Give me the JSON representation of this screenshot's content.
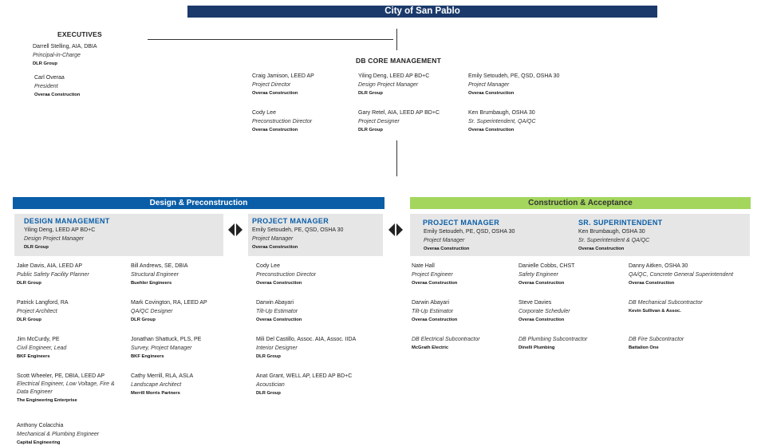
{
  "title": "City of San Pablo",
  "executives": {
    "heading": "EXECUTIVES",
    "people": [
      {
        "name": "Darrell Stelling, AIA, DBIA",
        "title": "Principal-in-Charge",
        "org": "DLR Group"
      },
      {
        "name": "Carl Overaa",
        "title": "President",
        "org": "Overaa Construction"
      }
    ]
  },
  "core": {
    "heading": "DB CORE MANAGEMENT",
    "people": [
      {
        "name": "Craig Jamison, LEED AP",
        "title": "Project Director",
        "org": "Overaa Construction"
      },
      {
        "name": "Yiling Deng, LEED AP BD+C",
        "title": "Design Project Manager",
        "org": "DLR Group"
      },
      {
        "name": "Emily Setoudeh, PE, QSD, OSHA 30",
        "title": "Project Manager",
        "org": "Overaa Construction"
      },
      {
        "name": "Cody Lee",
        "title": "Preconstruction Director",
        "org": "Overaa Construction"
      },
      {
        "name": "Gary Retel, AIA, LEED AP BD+C",
        "title": "Project Designer",
        "org": "DLR Group"
      },
      {
        "name": "Ken Brumbaugh, OSHA 30",
        "title": "Sr. Superintendent, QA/QC",
        "org": "Overaa Construction"
      }
    ]
  },
  "design": {
    "bar_label": "Design & Preconstruction",
    "bar_color": "#0a5ea8",
    "design_management": {
      "heading": "DESIGN MANAGEMENT",
      "person": {
        "name": "Yiling Deng, LEED AP BD+C",
        "title": "Design Project Manager",
        "org": "DLR Group"
      }
    },
    "project_manager": {
      "heading": "PROJECT MANAGER",
      "person": {
        "name": "Emily Setoudeh, PE, QSD, OSHA 30",
        "title": "Project Manager",
        "org": "Overaa Construction"
      }
    },
    "people": [
      {
        "name": "Jake Davis, AIA, LEED AP",
        "title": "Public Safety Facility Planner",
        "org": "DLR Group"
      },
      {
        "name": "Bill Andrews, SE, DBIA",
        "title": "Structural Engineer",
        "org": "Buehler Engineers"
      },
      {
        "name": "Cody Lee",
        "title": "Preconstruction Director",
        "org": "Overaa Construction"
      },
      {
        "name": "Patrick Langford, RA",
        "title": "Project Architect",
        "org": "DLR Group"
      },
      {
        "name": "Mark Covington, RA, LEED AP",
        "title": "QA/QC Designer",
        "org": "DLR Group"
      },
      {
        "name": "Darwin Abayari",
        "title": "Tilt-Up Estimator",
        "org": "Overaa Construction"
      },
      {
        "name": "Jim McCurdy, PE",
        "title": "Civil Engineer, Lead",
        "org": "BKF Engineers"
      },
      {
        "name": "Jonathan Shattuck, PLS, PE",
        "title": "Survey, Project Manager",
        "org": "BKF Engineers"
      },
      {
        "name": "Mili Del Castillo, Assoc. AIA, Assoc. IIDA",
        "title": "Interior Designer",
        "org": "DLR Group"
      },
      {
        "name": "Scott Wheeler, PE, DBIA, LEED AP",
        "title": "Electrical Engineer, Low Voltage, Fire & Data Engineer",
        "org": "The Engineering Enterprise"
      },
      {
        "name": "Cathy Merrill, RLA, ASLA",
        "title": "Landscape Architect",
        "org": "Merrill Morris Partners"
      },
      {
        "name": "Anat Grant, WELL AP, LEED AP BD+C",
        "title": "Acoustician",
        "org": "DLR Group"
      },
      {
        "name": "Anthony Colacchia",
        "title": "Mechanical & Plumbing Engineer",
        "org": "Capital Engineering"
      }
    ]
  },
  "construction": {
    "bar_label": "Construction & Acceptance",
    "bar_color": "#a4d65e",
    "project_manager": {
      "heading": "PROJECT MANAGER",
      "person": {
        "name": "Emily Setoudeh, PE, QSD, OSHA 30",
        "title": "Project Manager",
        "org": "Overaa Construction"
      }
    },
    "superintendent": {
      "heading": "SR. SUPERINTENDENT",
      "person": {
        "name": "Ken Brumbaugh, OSHA 30",
        "title": "Sr. Superintendent & QA/QC",
        "org": "Overaa Construction"
      }
    },
    "people": [
      {
        "name": "Nate Hall",
        "title": "Project Engineer",
        "org": "Overaa Construction"
      },
      {
        "name": "Danielle Cobbs, CHST",
        "title": "Safety Engineer",
        "org": "Overaa Construction"
      },
      {
        "name": "Danny Aitken, OSHA 30",
        "title": "QA/QC, Concrete General Superintendent",
        "org": "Overaa Construction"
      },
      {
        "name": "Darwin Abayari",
        "title": "Tilt-Up Estimator",
        "org": "Overaa Construction"
      },
      {
        "name": "Steve Davies",
        "title": "Corporate Scheduler",
        "org": "Overaa Construction"
      },
      {
        "title": "DB Mechanical Subcontractor",
        "org": "Kevin Sullivan & Assoc."
      },
      {
        "title": "DB Electrical Subcontractor",
        "org": "McGrath Electric"
      },
      {
        "title": "DB Plumbing Subcontractor",
        "org": "Dinelli Plumbing"
      },
      {
        "title": "DB Fire Subcontractor",
        "org": "Battalion One"
      }
    ]
  }
}
